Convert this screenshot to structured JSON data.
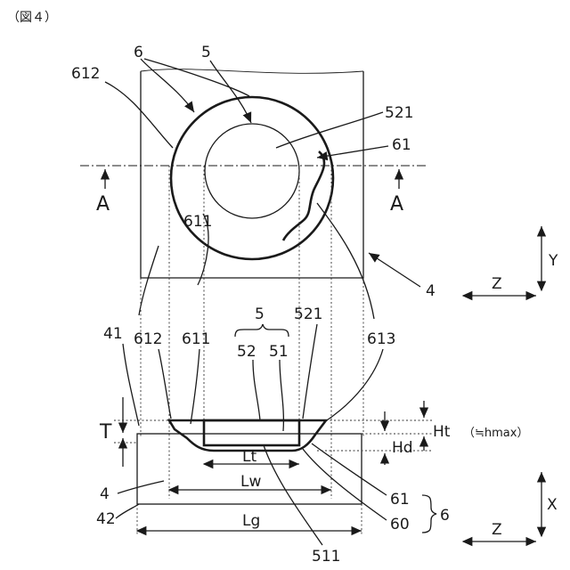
{
  "figure": {
    "title": "（図４）"
  },
  "top_view": {
    "labels": {
      "l6": "6",
      "l5": "5",
      "l612": "612",
      "l521": "521",
      "l61": "61",
      "l611": "611",
      "l613": "613",
      "l41": "41",
      "l4": "4",
      "a_left": "A",
      "a_right": "A"
    },
    "axes": {
      "z": "Z",
      "y": "Y"
    }
  },
  "section_view": {
    "labels": {
      "l5": "5",
      "l612": "612",
      "l611": "611",
      "l52": "52",
      "l51": "51",
      "l521": "521",
      "l613": "613",
      "l4": "4",
      "l42": "42",
      "l61": "61",
      "l60": "60",
      "l6": "6",
      "l511": "511"
    },
    "dimensions": {
      "t": "T",
      "ht": "Ht",
      "ht_note": "（≒hmax）",
      "hd": "Hd",
      "lt": "Lt",
      "lw": "Lw",
      "lg": "Lg"
    },
    "axes": {
      "z": "Z",
      "x": "X"
    }
  }
}
